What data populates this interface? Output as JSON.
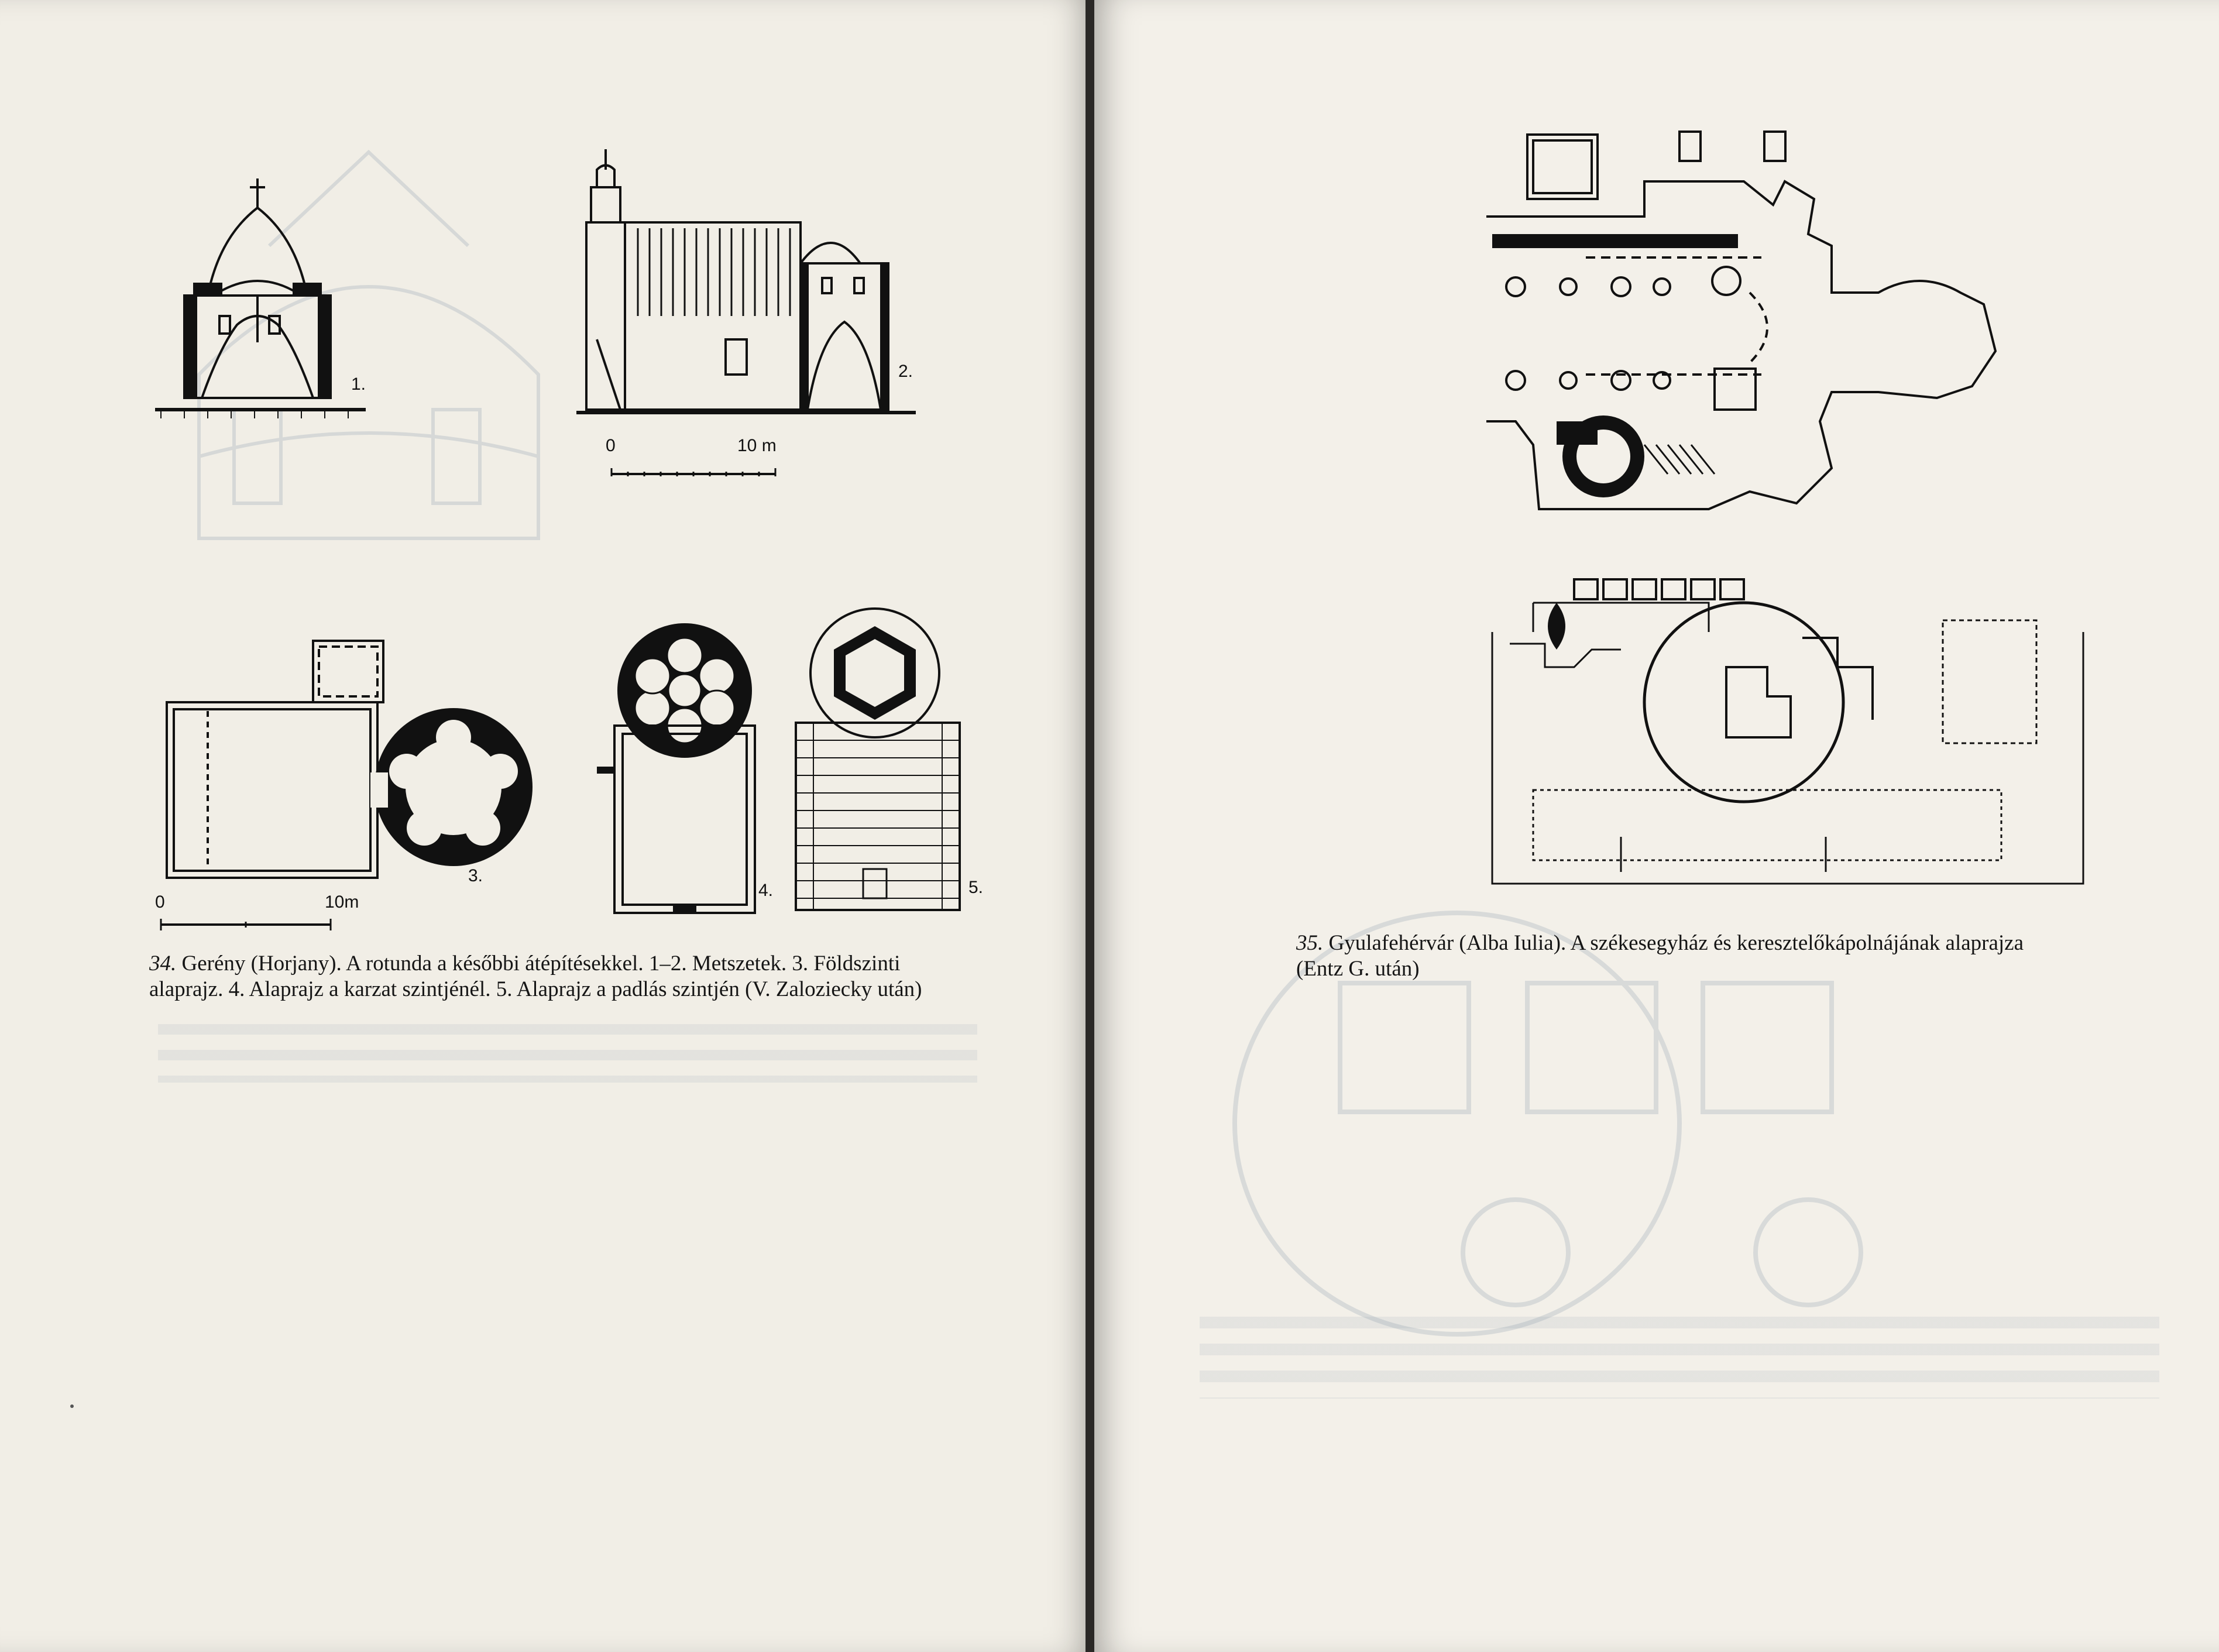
{
  "left_page": {
    "figure_labels": {
      "section_1": "1.",
      "section_2": "2.",
      "plan_3": "3.",
      "plan_4": "4.",
      "plan_5": "5."
    },
    "scale_top": {
      "start": "0",
      "end": "10 m"
    },
    "scale_bottom": {
      "start": "0",
      "end": "10m"
    },
    "caption": {
      "number": "34.",
      "line1": "Gerény (Horjany). A rotunda a későbbi átépítésekkel. 1–2. Metszetek. 3. Földszinti",
      "line2": "alaprajz. 4. Alaprajz a karzat szintjénél. 5. Alaprajz a padlás szintjén (V. Zaloziecky után)"
    }
  },
  "right_page": {
    "caption": {
      "number": "35.",
      "line1": "Gyulafehérvár (Alba Iulia). A székesegyház és keresztelőkápolnájának alaprajza",
      "line2": "(Entz G. után)"
    }
  },
  "colors": {
    "paper_left": "#f1eee6",
    "paper_right": "#f3f0e9",
    "ink": "#111111",
    "ghost": "#7b8fa3"
  }
}
